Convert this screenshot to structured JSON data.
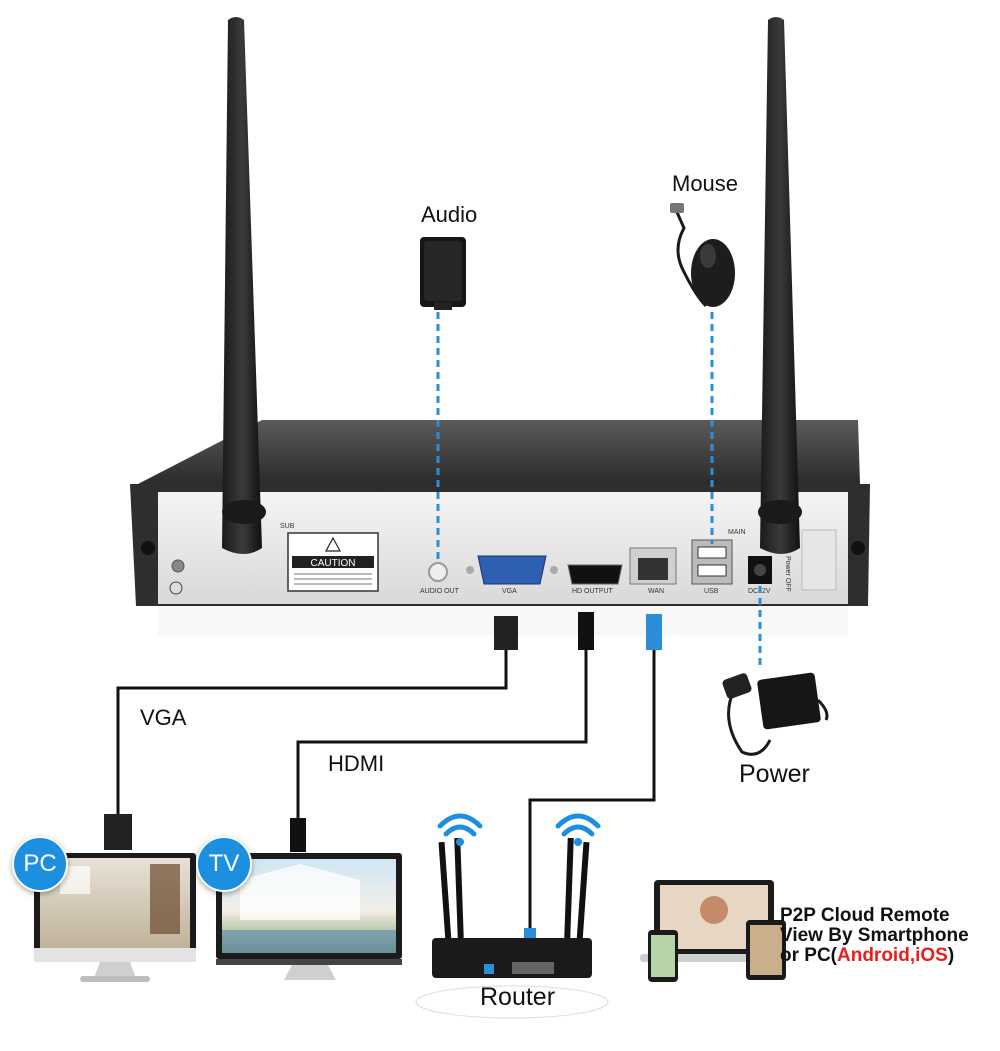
{
  "labels": {
    "audio": "Audio",
    "mouse": "Mouse",
    "vga": "VGA",
    "hdmi": "HDMI",
    "power": "Power",
    "router": "Router",
    "pc_badge": "PC",
    "tv_badge": "TV"
  },
  "p2p": {
    "line1": "P2P Cloud Remote",
    "line2": "View By Smartphone",
    "line3_prefix": "or PC(",
    "line3_highlight": "Android,iOS",
    "line3_suffix": ")"
  },
  "nvr_panel": {
    "antenna_sub": "SUB",
    "antenna_main": "MAIN",
    "caution": "CAUTION",
    "port_audio_out": "AUDIO OUT",
    "port_vga": "VGA",
    "port_hd_output": "HD OUTPUT",
    "port_wan": "WAN",
    "port_usb": "USB",
    "port_dc12v": "DC12V",
    "power_off": "Power OFF"
  },
  "colors": {
    "badge_blue": "#1d8fe0",
    "dashed_link": "#2a8fd8",
    "wifi_blue": "#1d8fe0",
    "accent_red": "#e8201c"
  }
}
